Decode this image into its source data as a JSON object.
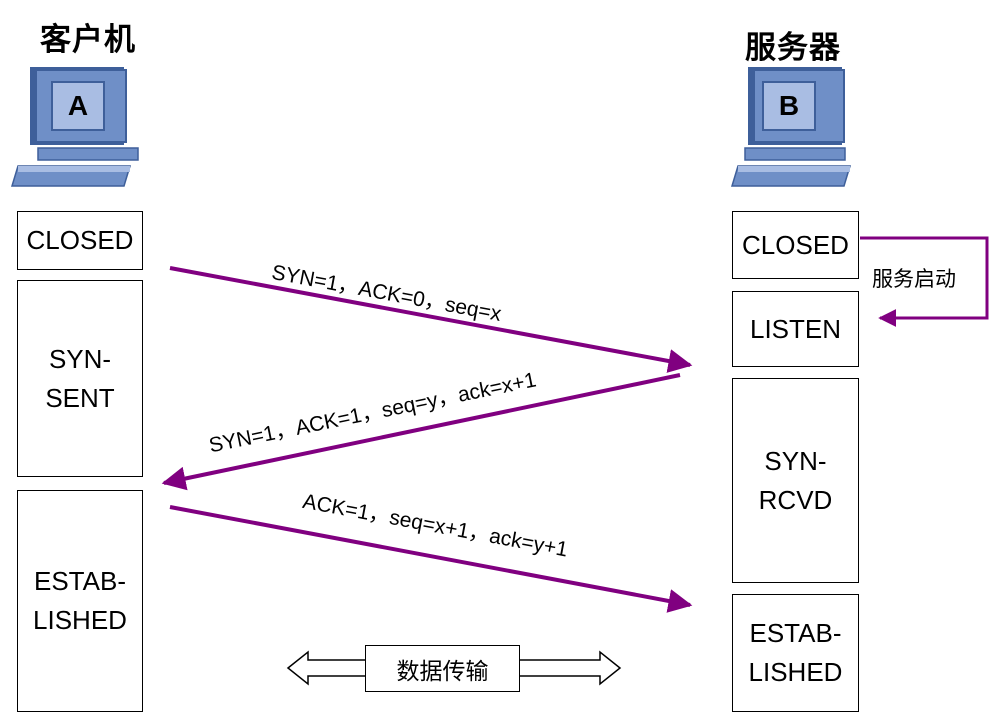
{
  "client": {
    "title": "客户机",
    "computer_label": "A",
    "states": [
      "CLOSED",
      "SYN-\nSENT",
      "ESTAB-\nLISHED"
    ]
  },
  "server": {
    "title": "服务器",
    "computer_label": "B",
    "states": [
      "CLOSED",
      "LISTEN",
      "SYN-\nRCVD",
      "ESTAB-\nLISHED"
    ]
  },
  "messages": [
    "SYN=1，ACK=0，seq=x",
    "SYN=1，ACK=1，seq=y，ack=x+1",
    "ACK=1，seq=x+1，ack=y+1"
  ],
  "server_start_label": "服务启动",
  "data_transfer_label": "数据传输",
  "colors": {
    "arrow": "#800080",
    "monitor_body": "#6f8fc7",
    "monitor_screen": "#a9bde3",
    "monitor_dark": "#3e5f9a"
  }
}
